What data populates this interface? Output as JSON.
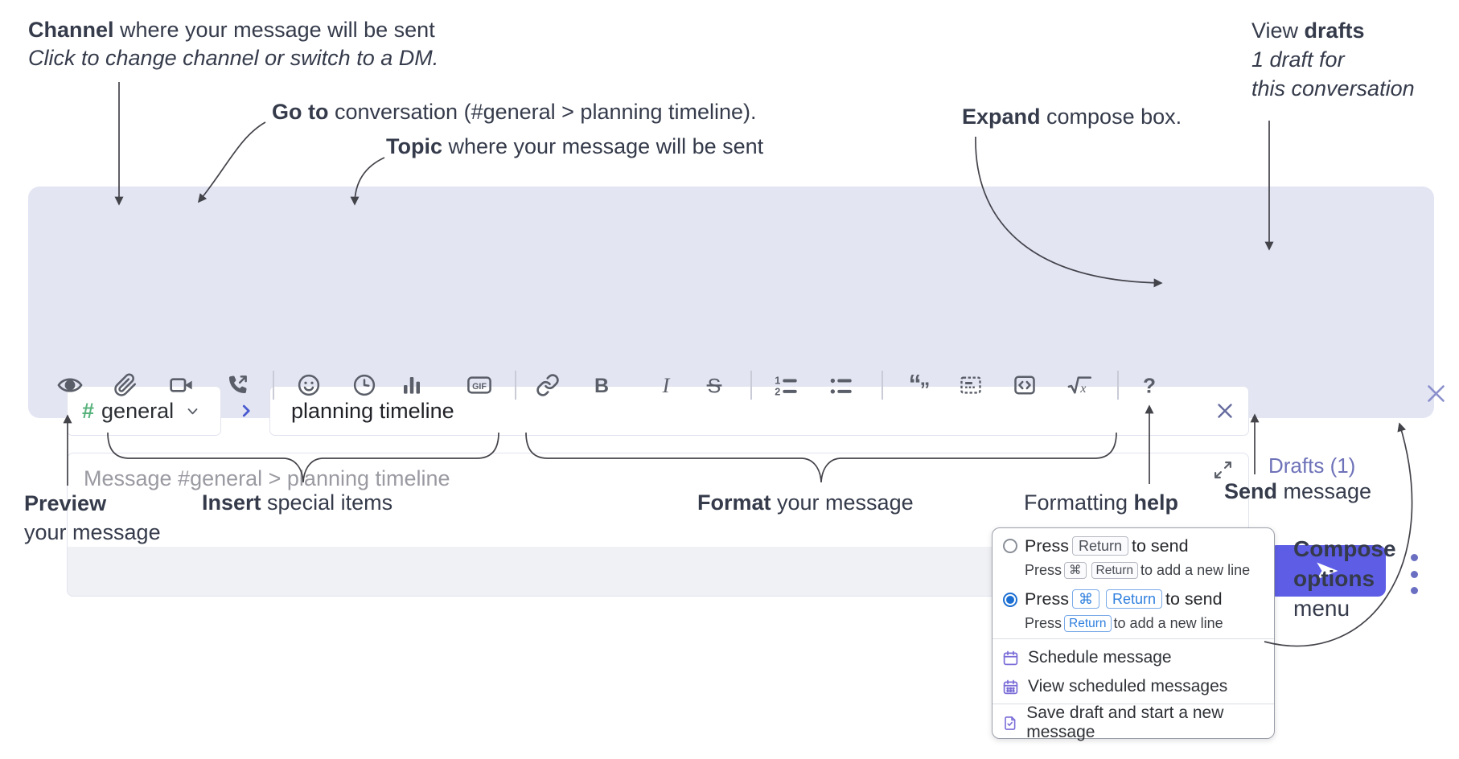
{
  "annotations": {
    "channel": {
      "bold": "Channel",
      "rest": " where your message will be sent",
      "sub": "Click to change channel or switch to a DM."
    },
    "goto": {
      "bold": "Go to",
      "rest": " conversation (#general > planning timeline)."
    },
    "topic": {
      "bold": "Topic",
      "rest": " where your message will be sent"
    },
    "expand": {
      "bold": "Expand",
      "rest": " compose box."
    },
    "view_drafts": {
      "pre": "View ",
      "bold": "drafts",
      "line2": "1 draft for",
      "line3": "this conversation"
    },
    "preview": {
      "bold": "Preview",
      "line2": "your message"
    },
    "insert": {
      "bold": "Insert",
      "rest": " special items"
    },
    "format": {
      "bold": "Format",
      "rest": " your message"
    },
    "help": {
      "pre": "Formatting ",
      "bold": "help"
    },
    "send": {
      "bold": "Send",
      "rest": " message"
    },
    "compose_options": {
      "line1": "Compose",
      "line2": "options",
      "line3": "menu"
    }
  },
  "compose": {
    "channel_hash": "#",
    "channel_name": "general",
    "topic_value": "planning timeline",
    "message_placeholder": "Message #general > planning timeline",
    "drafts_label": "Drafts (1)",
    "toolbar_icons": [
      "preview",
      "attach-file",
      "video-call",
      "audio-call",
      "emoji",
      "time",
      "poll",
      "gif",
      "link",
      "bold",
      "italic",
      "strikethrough",
      "numbered-list",
      "bulleted-list",
      "quote",
      "spoiler",
      "code",
      "math",
      "help"
    ],
    "glyphs": {
      "gif": "GIF",
      "bold": "B",
      "italic": "I",
      "strikethrough": "S",
      "math_x": "x",
      "help": "?",
      "ol1": "1",
      "ol2": "2",
      "quote_open": "“",
      "quote_close": "”"
    }
  },
  "popup": {
    "options": [
      {
        "press": "Press",
        "keys": [
          "Return"
        ],
        "tail": "to send",
        "sub_press": "Press",
        "sub_keys": [
          "⌘",
          "Return"
        ],
        "sub_tail": "to add a new line",
        "selected": false
      },
      {
        "press": "Press",
        "keys": [
          "⌘",
          "Return"
        ],
        "tail": "to send",
        "sub_press": "Press",
        "sub_keys": [
          "Return"
        ],
        "sub_tail": "to add a new line",
        "selected": true
      }
    ],
    "menu": [
      {
        "label": "Schedule message"
      },
      {
        "label": "View scheduled messages"
      },
      {
        "label": "Save draft and start a new message"
      }
    ]
  },
  "colors": {
    "compose_bg": "#e3e5f3",
    "send_button": "#5d5de6",
    "drafts_link": "#6e72b8",
    "hash_green": "#58b27c",
    "popup_blue": "#2f7fde",
    "menu_icon_purple": "#7a6dd8",
    "annotation_text": "#353b4b"
  }
}
